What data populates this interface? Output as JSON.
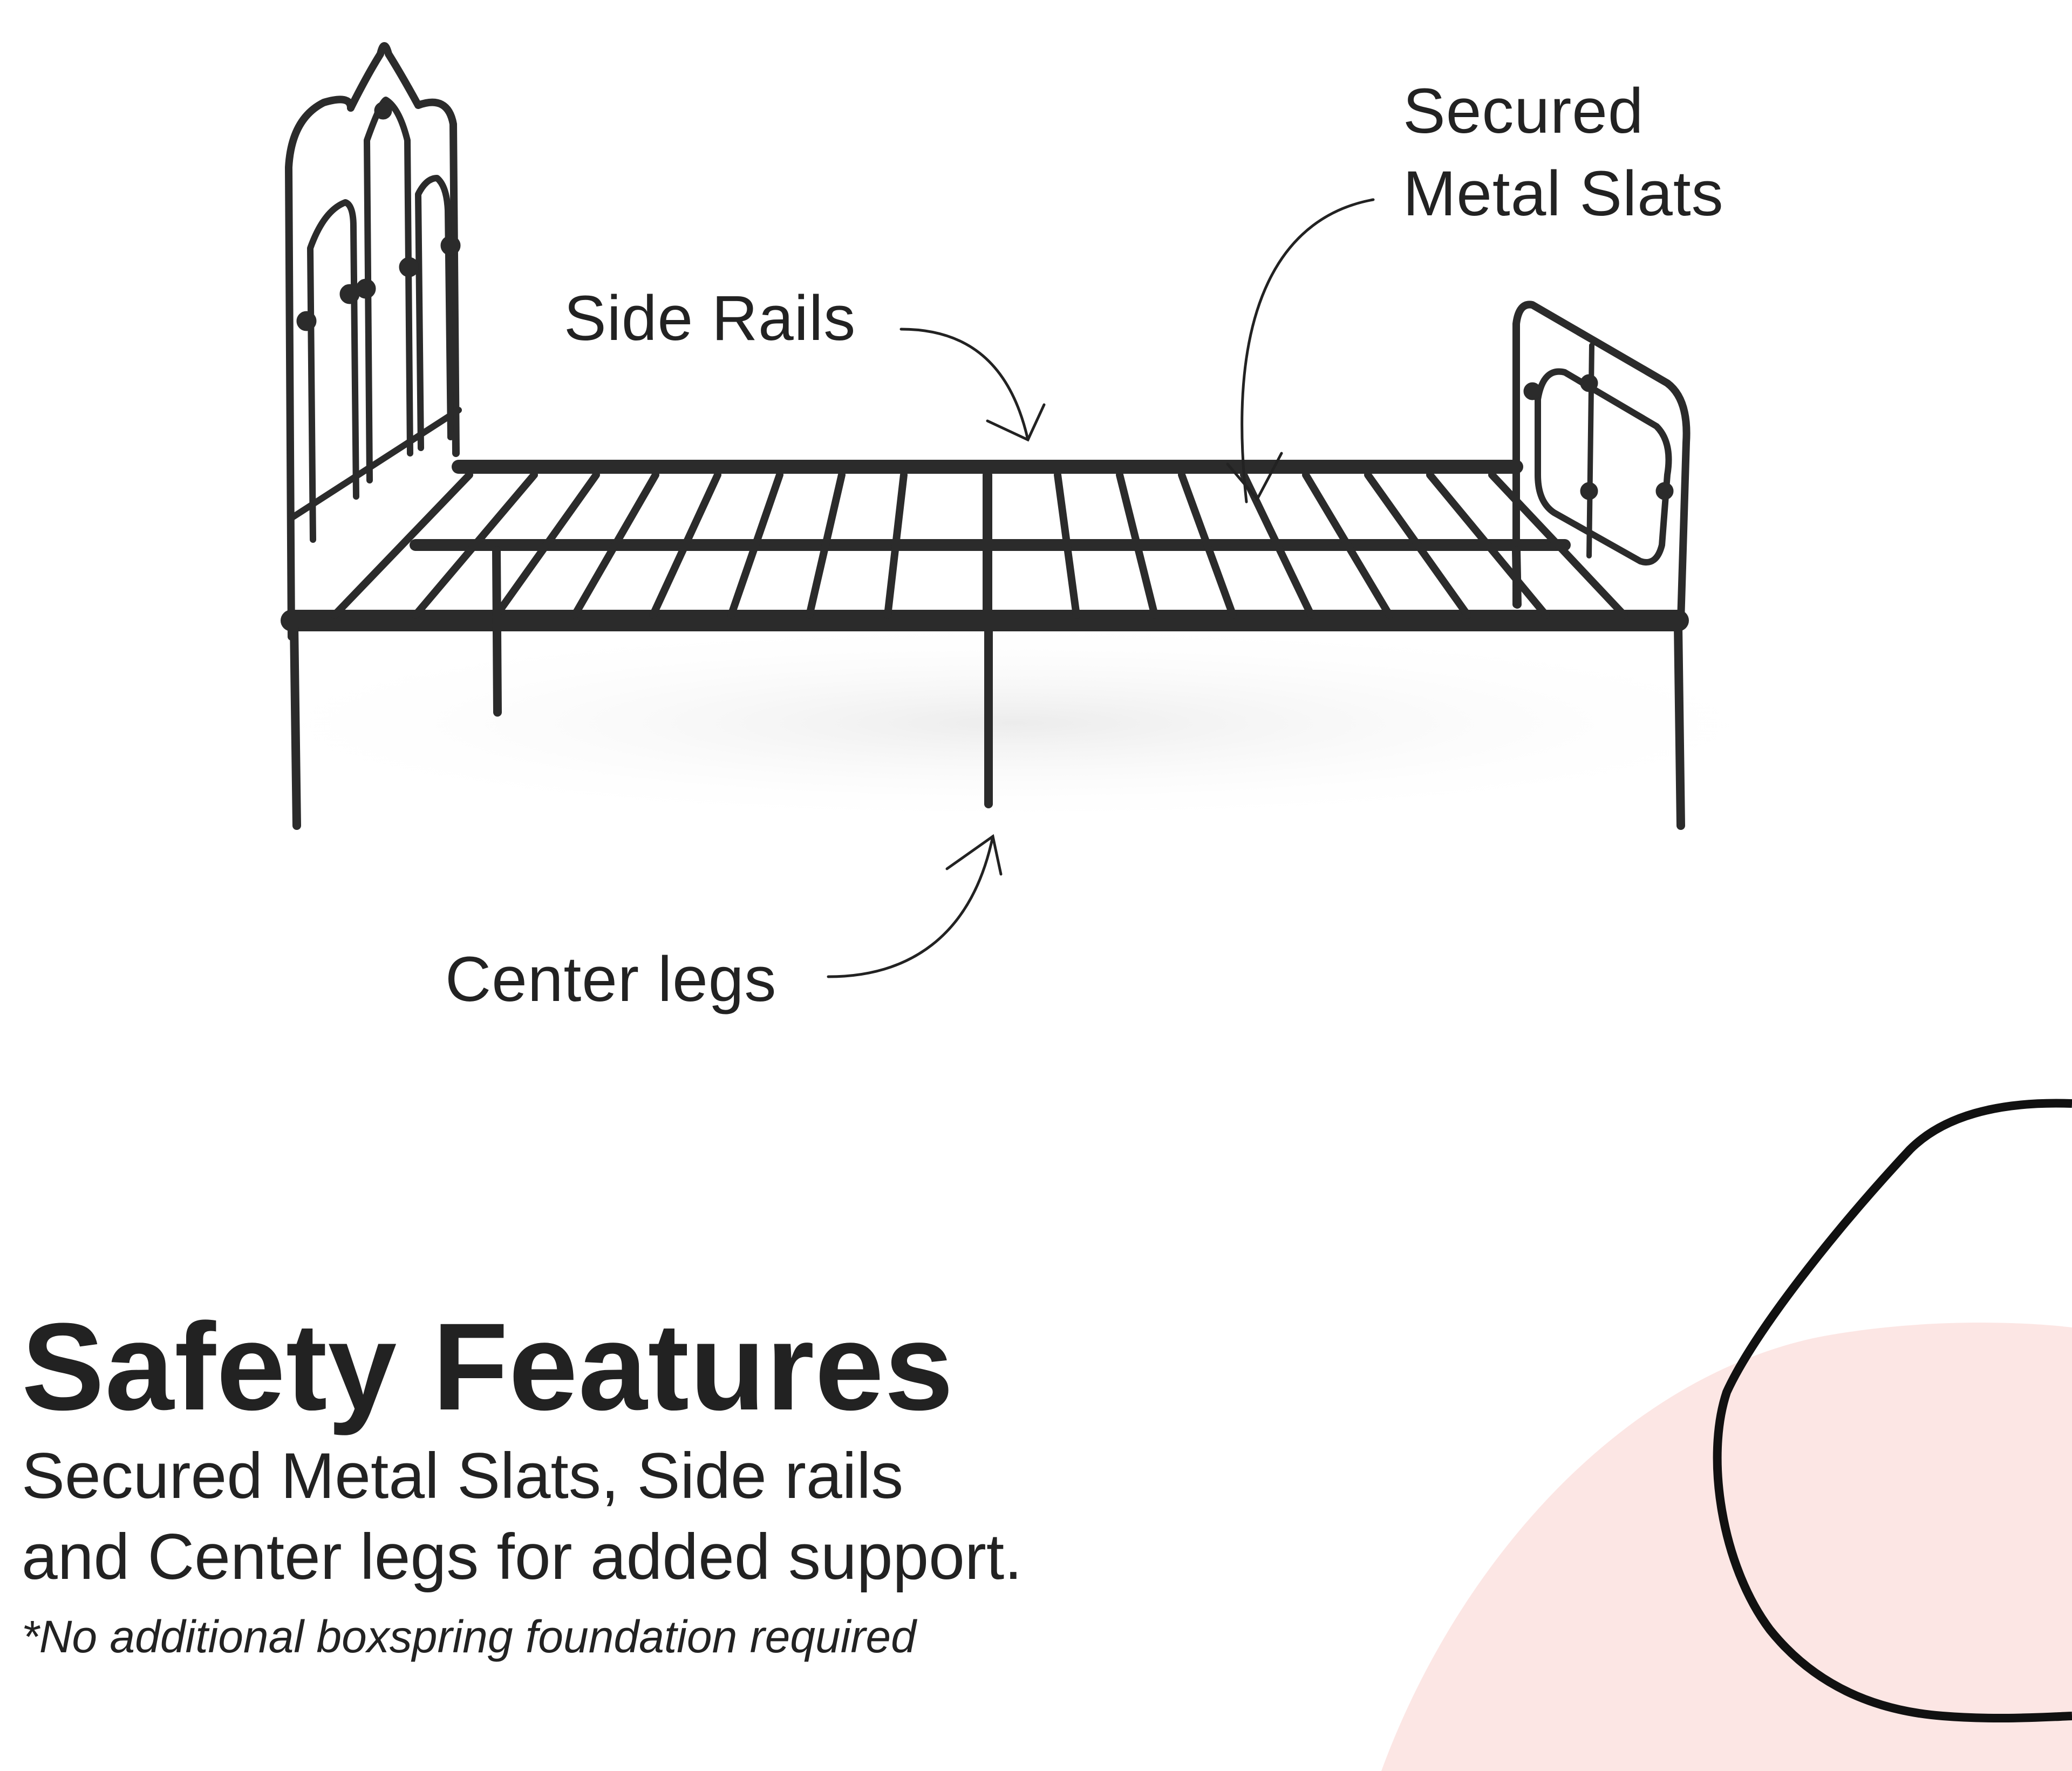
{
  "callouts": {
    "side_rails": "Side Rails",
    "center_legs": "Center legs",
    "secured_slats_line1": "Secured",
    "secured_slats_line2": "Metal Slats"
  },
  "feature": {
    "title": "Safety Features",
    "body_line1": "Secured Metal Slats, Side rails",
    "body_line2": "and Center legs for added support.",
    "footnote": "*No additional boxspring foundation required"
  },
  "colors": {
    "frame": "#2b2b2b",
    "text": "#222222",
    "accent_blob": "#fce6e4",
    "outline_blob": "#111111",
    "shadow": "#eeeeee"
  },
  "icons": {
    "arrow": "hand-drawn-arrow-icon"
  }
}
